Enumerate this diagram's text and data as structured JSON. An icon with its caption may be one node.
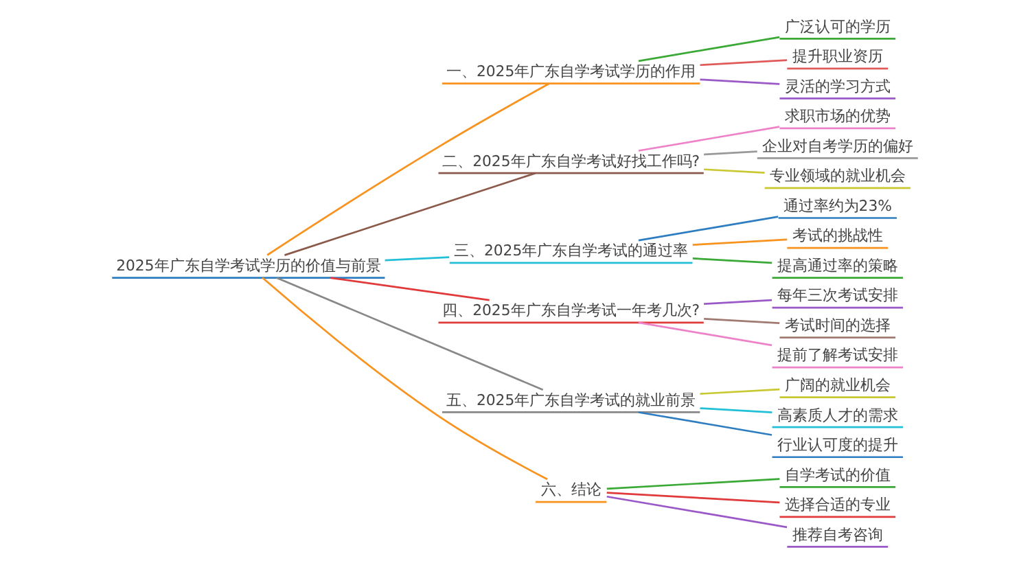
{
  "diagram": {
    "nodes": [
      {
        "text": [
          "2025年广东自学考试学历的价值与前景"
        ]
      },
      {
        "text": [
          "一、2025年广东自学考试学历的作用"
        ]
      },
      {
        "text": [
          "广泛认可的学历"
        ]
      },
      {
        "text": [
          "提升职业资历"
        ]
      },
      {
        "text": [
          "灵活的学习方式"
        ]
      },
      {
        "text": [
          "二、2025年广东自学考试好找工作吗?"
        ]
      },
      {
        "text": [
          "求职市场的优势"
        ]
      },
      {
        "text": [
          "企业对自考学历的偏好"
        ]
      },
      {
        "text": [
          "专业领域的就业机会"
        ]
      },
      {
        "text": [
          "三、2025年广东自学考试的通过率"
        ]
      },
      {
        "text": [
          "通过率约为23%"
        ]
      },
      {
        "text": [
          "考试的挑战性"
        ]
      },
      {
        "text": [
          "提高通过率的策略"
        ]
      },
      {
        "text": [
          "四、2025年广东自学考试一年考几次?"
        ]
      },
      {
        "text": [
          "每年三次考试安排"
        ]
      },
      {
        "text": [
          "考试时间的选择"
        ]
      },
      {
        "text": [
          "提前了解考试安排"
        ]
      },
      {
        "text": [
          "五、2025年广东自学考试的就业前景"
        ]
      },
      {
        "text": [
          "广阔的就业机会"
        ]
      },
      {
        "text": [
          "高素质人才的需求"
        ]
      },
      {
        "text": [
          "行业认可度的提升"
        ]
      },
      {
        "text": [
          "六、结论"
        ]
      },
      {
        "text": [
          "自学考试的价值"
        ]
      },
      {
        "text": [
          "选择合适的专业"
        ]
      },
      {
        "text": [
          "推荐自考咨询"
        ]
      }
    ],
    "edges": [
      {
        "from": 0,
        "to": 1,
        "arrow": "none",
        "color": "#f7931e"
      },
      {
        "from": 1,
        "to": 2,
        "arrow": "none",
        "color": "#3aa935"
      },
      {
        "from": 1,
        "to": 3,
        "arrow": "none",
        "color": "#e05a5a"
      },
      {
        "from": 1,
        "to": 4,
        "arrow": "none",
        "color": "#9b59c8"
      },
      {
        "from": 0,
        "to": 5,
        "arrow": "none",
        "color": "#8b5a4a"
      },
      {
        "from": 5,
        "to": 6,
        "arrow": "none",
        "color": "#ee82c8"
      },
      {
        "from": 5,
        "to": 7,
        "arrow": "none",
        "color": "#999999"
      },
      {
        "from": 5,
        "to": 8,
        "arrow": "none",
        "color": "#c8c832"
      },
      {
        "from": 0,
        "to": 9,
        "arrow": "none",
        "color": "#22c0d8"
      },
      {
        "from": 9,
        "to": 10,
        "arrow": "none",
        "color": "#2e7dc0"
      },
      {
        "from": 9,
        "to": 11,
        "arrow": "none",
        "color": "#f7931e"
      },
      {
        "from": 9,
        "to": 12,
        "arrow": "none",
        "color": "#3aa935"
      },
      {
        "from": 0,
        "to": 13,
        "arrow": "none",
        "color": "#e03a3a"
      },
      {
        "from": 13,
        "to": 14,
        "arrow": "none",
        "color": "#9b59c8"
      },
      {
        "from": 13,
        "to": 15,
        "arrow": "none",
        "color": "#a07a70"
      },
      {
        "from": 13,
        "to": 16,
        "arrow": "none",
        "color": "#ee82c8"
      },
      {
        "from": 0,
        "to": 17,
        "arrow": "none",
        "color": "#888888"
      },
      {
        "from": 17,
        "to": 18,
        "arrow": "none",
        "color": "#c8c832"
      },
      {
        "from": 17,
        "to": 19,
        "arrow": "none",
        "color": "#22c0d8"
      },
      {
        "from": 17,
        "to": 20,
        "arrow": "none",
        "color": "#2e7dc0"
      },
      {
        "from": 0,
        "to": 21,
        "arrow": "none",
        "color": "#f7931e"
      },
      {
        "from": 21,
        "to": 22,
        "arrow": "none",
        "color": "#3aa935"
      },
      {
        "from": 21,
        "to": 23,
        "arrow": "none",
        "color": "#e03a3a"
      },
      {
        "from": 21,
        "to": 24,
        "arrow": "none",
        "color": "#9b59c8"
      }
    ]
  }
}
